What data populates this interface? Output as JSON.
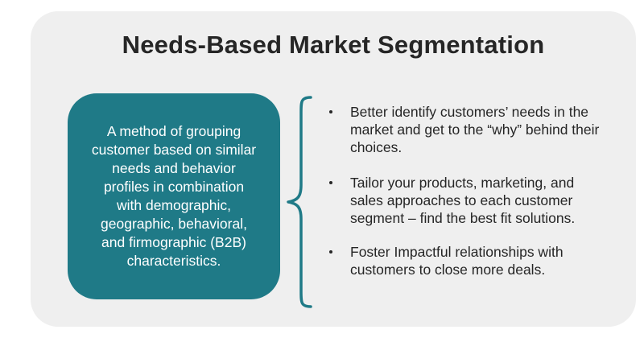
{
  "title": "Needs-Based Market Segmentation",
  "definition": "A method of grouping customer based on similar needs and behavior profiles in combination with demographic, geographic, behavioral, and firmographic (B2B) characteristics.",
  "benefits": [
    "Better identify customers’ needs in the market and get to the “why” behind their choices.",
    "Tailor your products, marketing, and sales approaches to each customer segment – find the best fit solutions.",
    "Foster Impactful relationships with customers to close more deals."
  ],
  "colors": {
    "definition_box": "#1f7a87",
    "brace": "#1f7a87",
    "panel": "#efefef",
    "text": "#262626"
  }
}
